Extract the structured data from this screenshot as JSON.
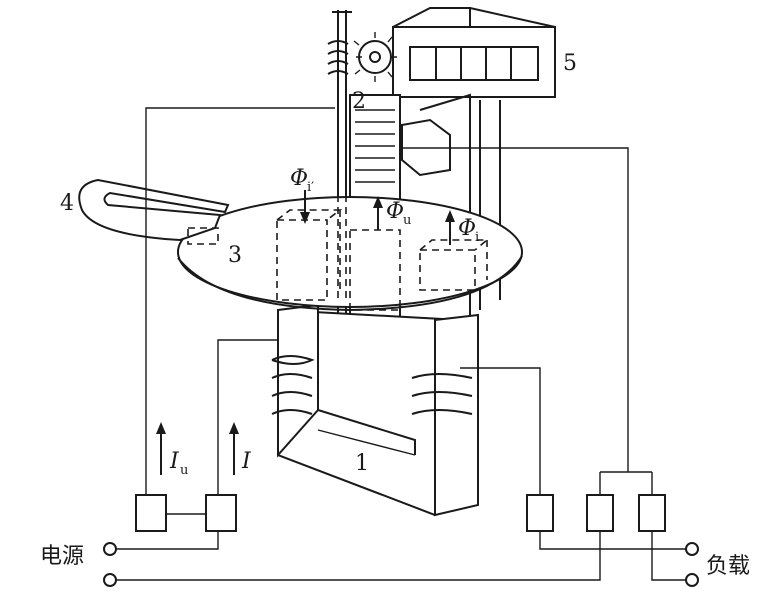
{
  "labels": {
    "n1": "1",
    "n2": "2",
    "n3": "3",
    "n4": "4",
    "n5": "5",
    "phi_i_prime": "Φ",
    "phi_i_prime_sub": "i′",
    "phi_u": "Φ",
    "phi_u_sub": "u",
    "phi_i": "Φ",
    "phi_i_sub": "i",
    "current_u": "I",
    "current_u_sub": "u",
    "current_i": "I",
    "power_source": "电源",
    "load": "负载"
  },
  "colors": {
    "ink": "#1a1a1a",
    "paper": "#ffffff"
  }
}
